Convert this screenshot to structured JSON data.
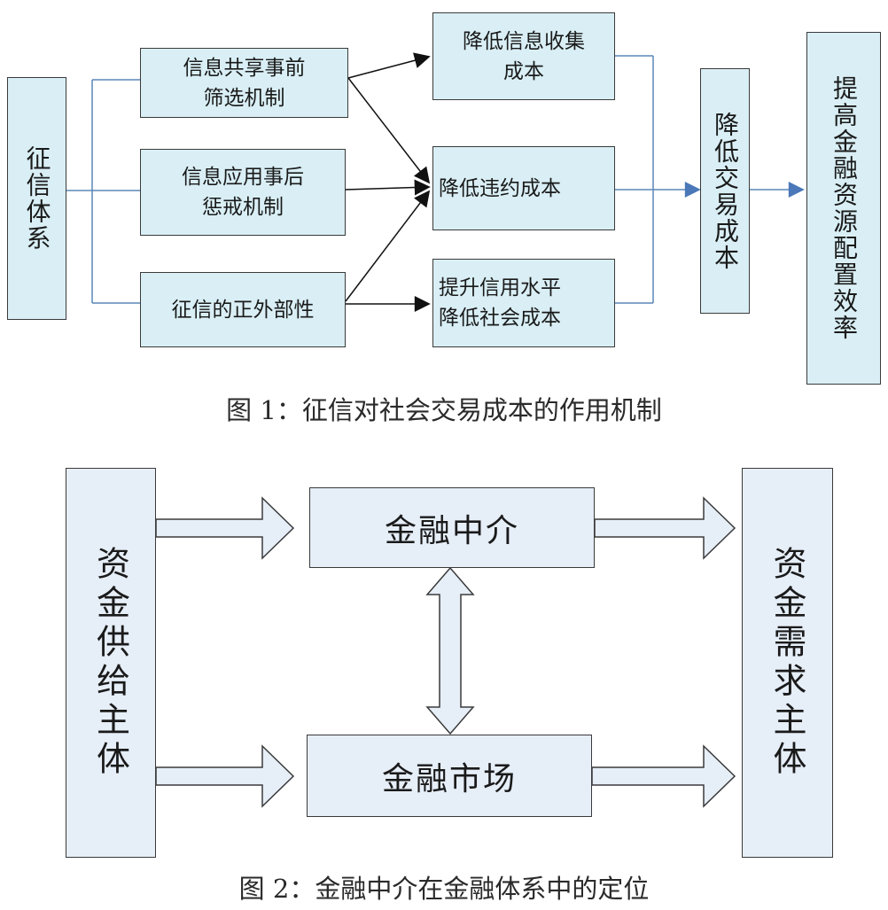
{
  "figure1": {
    "source": "征信体系",
    "mechanisms": [
      "信息共享事前\n筛选机制",
      "信息应用事后\n惩戒机制",
      "征信的正外部性"
    ],
    "costs": [
      "降低信息收集\n成本",
      "降低违约成本",
      "提升信用水平\n降低社会成本"
    ],
    "reduce": "降低交易成本",
    "result": "提高金融资源配置效率",
    "caption": "图 1：征信对社会交易成本的作用机制"
  },
  "figure2": {
    "supply": "资金供给主体",
    "intermediary": "金融中介",
    "market": "金融市场",
    "demand": "资金需求主体",
    "caption": "图 2：金融中介在金融体系中的定位"
  },
  "colors": {
    "fig1_box": "#d9eff5",
    "fig2_box": "#e6eef8",
    "line_blue": "#5b87b8",
    "arrow_blue": "#4a78b8"
  }
}
